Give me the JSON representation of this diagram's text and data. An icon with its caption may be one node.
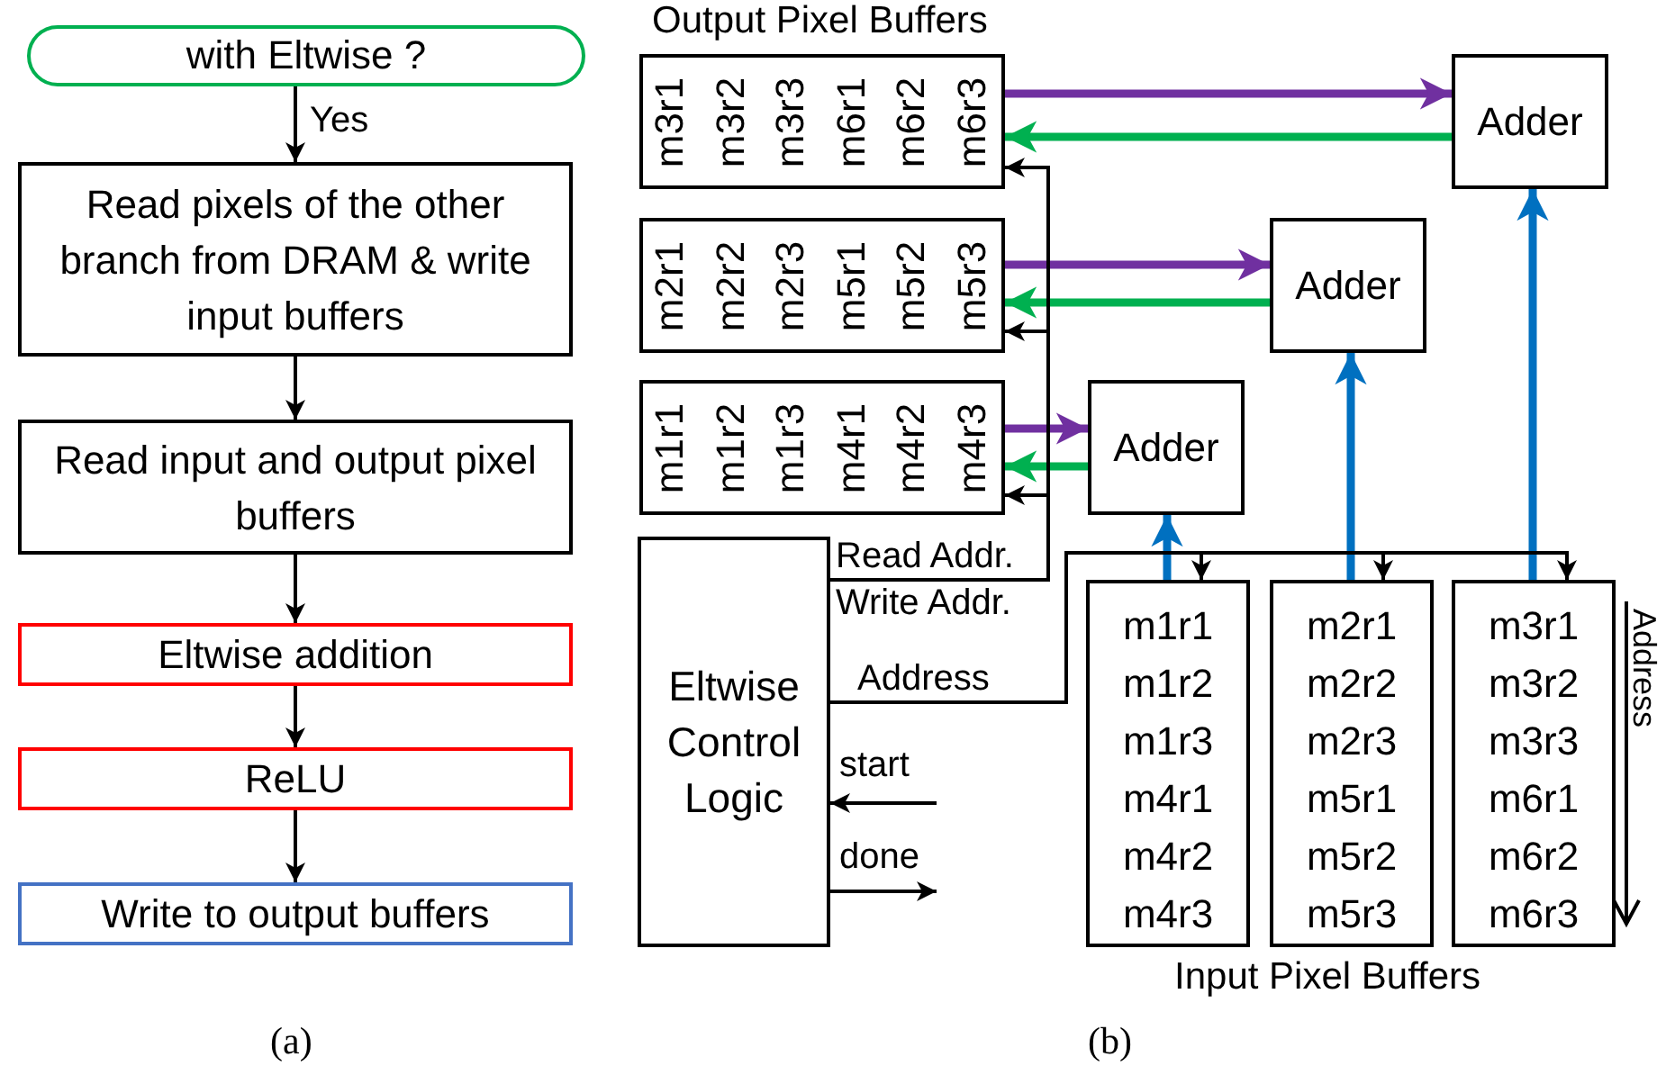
{
  "diagram": {
    "nodes": [
      {
        "text": [
          "with Eltwise ?"
        ]
      },
      {
        "text": [
          "Read pixels of the other branch from DRAM & write input buffers"
        ]
      },
      {
        "text": [
          "Read input and output pixel buffers"
        ]
      },
      {
        "text": [
          "Eltwise addition"
        ]
      },
      {
        "text": [
          "ReLU"
        ]
      },
      {
        "text": [
          "Write to output buffers"
        ]
      },
      {
        "text": [
          "m3r1",
          "m3r2",
          "m3r3",
          "m6r1",
          "m6r2",
          "m6r3"
        ]
      },
      {
        "text": [
          "m2r1",
          "m2r2",
          "m2r3",
          "m5r1",
          "m5r2",
          "m5r3"
        ]
      },
      {
        "text": [
          "m1r1",
          "m1r2",
          "m1r3",
          "m4r1",
          "m4r2",
          "m4r3"
        ]
      },
      {
        "text": [
          "Adder"
        ]
      },
      {
        "text": [
          "Adder"
        ]
      },
      {
        "text": [
          "Adder"
        ]
      },
      {
        "text": [
          "Eltwise Control Logic"
        ]
      },
      {
        "text": [
          "m1r1",
          "m1r2",
          "m1r3",
          "m4r1",
          "m4r2",
          "m4r3"
        ]
      },
      {
        "text": [
          "m2r1",
          "m2r2",
          "m2r3",
          "m5r1",
          "m5r2",
          "m5r3"
        ]
      },
      {
        "text": [
          "m3r1",
          "m3r2",
          "m3r3",
          "m6r1",
          "m6r2",
          "m6r3"
        ]
      }
    ],
    "edges": [
      {
        "from": 0,
        "to": 1,
        "arrow": "to",
        "label": "Yes"
      },
      {
        "from": 1,
        "to": 2,
        "arrow": "to"
      },
      {
        "from": 2,
        "to": 3,
        "arrow": "to"
      },
      {
        "from": 3,
        "to": 4,
        "arrow": "to"
      },
      {
        "from": 4,
        "to": 5,
        "arrow": "to"
      },
      {
        "from": 6,
        "to": 9,
        "arrow": "to",
        "style": "thick",
        "color": "#7030a0"
      },
      {
        "from": 7,
        "to": 10,
        "arrow": "to",
        "style": "thick",
        "color": "#7030a0"
      },
      {
        "from": 8,
        "to": 11,
        "arrow": "to",
        "style": "thick",
        "color": "#7030a0"
      },
      {
        "from": 9,
        "to": 6,
        "arrow": "to",
        "style": "thick",
        "color": "#00b050"
      },
      {
        "from": 10,
        "to": 7,
        "arrow": "to",
        "style": "thick",
        "color": "#00b050"
      },
      {
        "from": 11,
        "to": 8,
        "arrow": "to",
        "style": "thick",
        "color": "#00b050"
      },
      {
        "from": 13,
        "to": 11,
        "arrow": "to",
        "style": "thick",
        "color": "#0070c0"
      },
      {
        "from": 14,
        "to": 10,
        "arrow": "to",
        "style": "thick",
        "color": "#0070c0"
      },
      {
        "from": 15,
        "to": 9,
        "arrow": "to",
        "style": "thick",
        "color": "#0070c0"
      },
      {
        "from": 12,
        "to": 6,
        "arrow": "to",
        "label": "Read Addr."
      },
      {
        "from": 12,
        "to": 7,
        "arrow": "to",
        "label": "Write Addr."
      },
      {
        "from": 12,
        "to": 8,
        "arrow": "to"
      },
      {
        "from": 12,
        "to": 13,
        "arrow": "to",
        "label": "Address"
      },
      {
        "from": 12,
        "to": 14,
        "arrow": "to"
      },
      {
        "from": 12,
        "to": 15,
        "arrow": "to"
      },
      {
        "from": null,
        "to": 12,
        "arrow": "to",
        "label": "start"
      },
      {
        "from": 12,
        "to": null,
        "arrow": "to",
        "label": "done"
      }
    ],
    "labels": [
      "Output Pixel Buffers",
      "Input Pixel Buffers",
      "Address",
      "(a)",
      "(b)"
    ]
  }
}
